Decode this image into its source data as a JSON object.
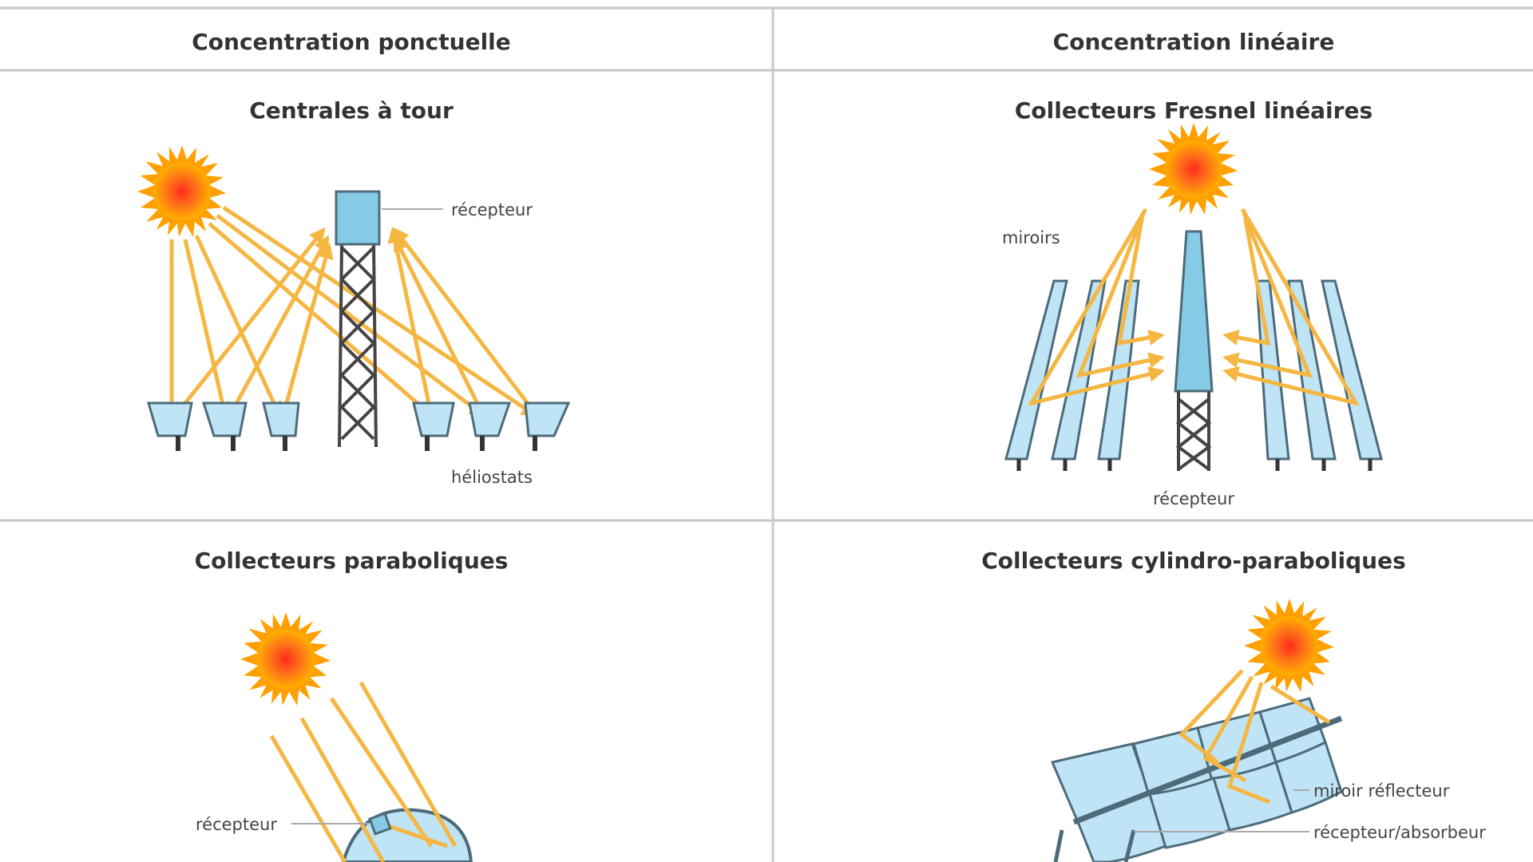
{
  "headers": {
    "left": "Concentration ponctuelle",
    "right": "Concentration linéaire"
  },
  "panels": {
    "tower": {
      "title": "Centrales à tour",
      "receiver_label": "récepteur",
      "heliostats_label": "héliostats"
    },
    "fresnel": {
      "title": "Collecteurs Fresnel linéaires",
      "mirrors_label": "miroirs",
      "receiver_label": "récepteur"
    },
    "parabolic": {
      "title": "Collecteurs paraboliques",
      "receiver_label": "récepteur"
    },
    "trough": {
      "title": "Collecteurs cylindro-paraboliques",
      "mirror_label": "miroir réflecteur",
      "absorber_label": "récepteur/absorbeur"
    }
  },
  "colors": {
    "ray": "#f5b642",
    "mirror_fill": "#bfe4f6",
    "mirror_stroke": "#4d6b7a",
    "receiver": "#86cbe6",
    "tower": "#444444",
    "grid_line": "#c8c8c8",
    "sun_outer": "#ffa500",
    "sun_inner": "#ff3b1f"
  }
}
